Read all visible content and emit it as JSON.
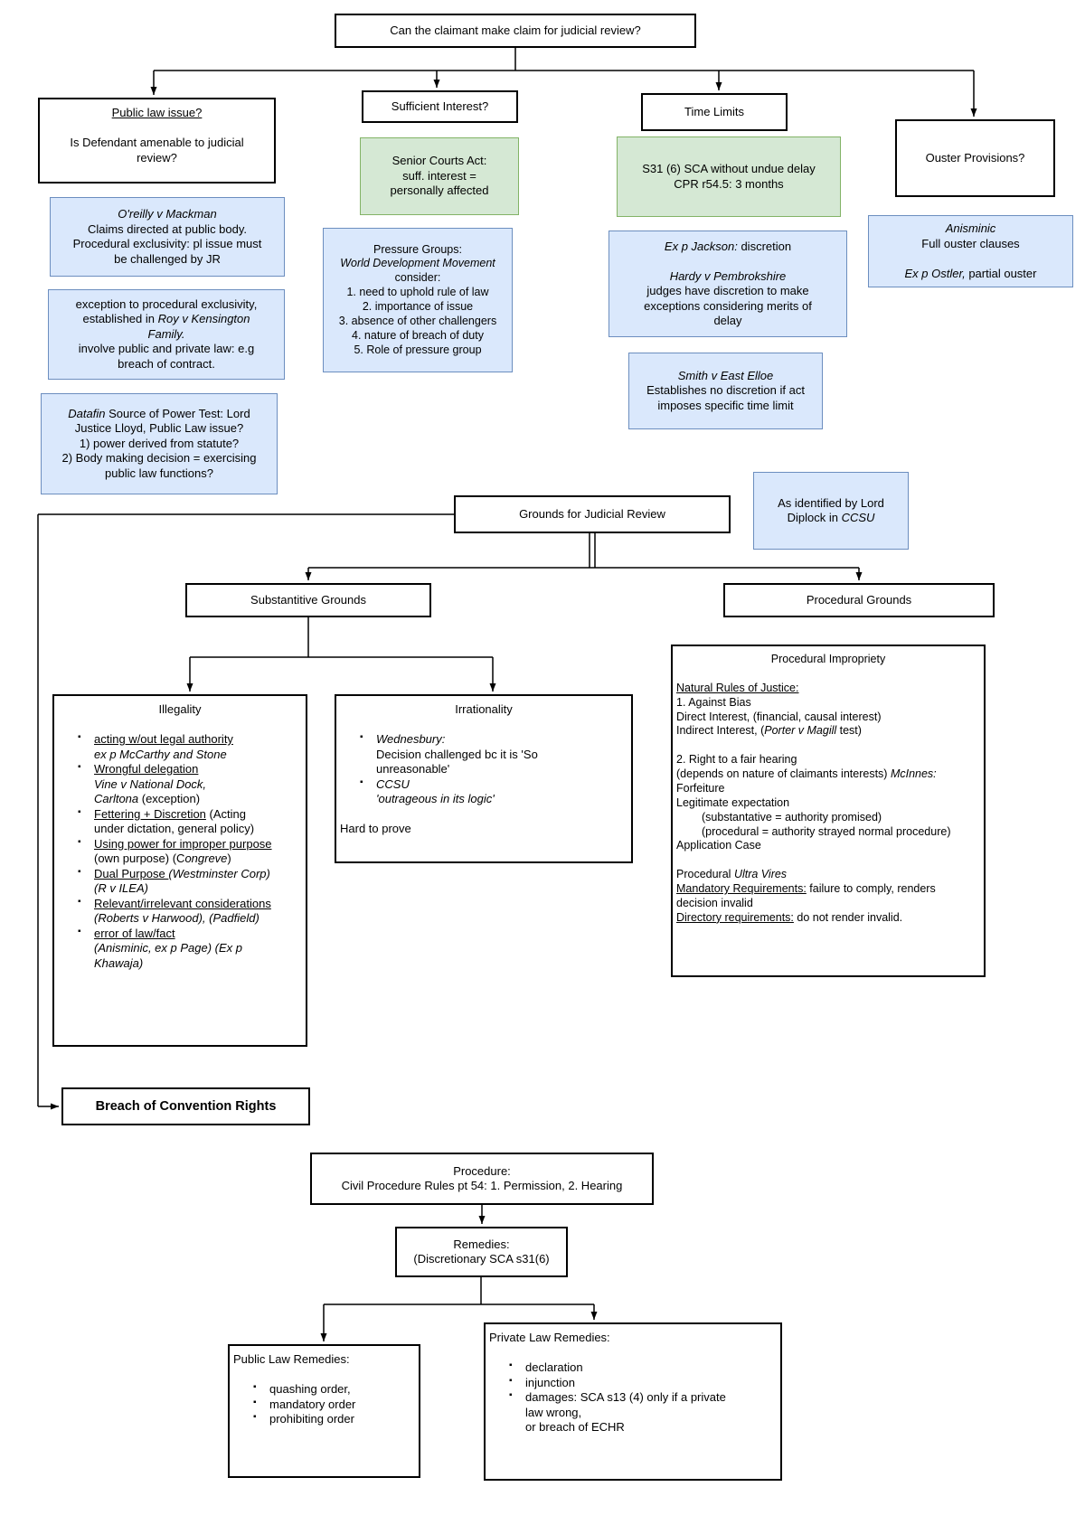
{
  "palette": {
    "blue_fill": "#dae8fc",
    "blue_border": "#6c8ebf",
    "green_fill": "#d5e8d4",
    "green_border": "#82b366",
    "line_color": "#000000"
  },
  "simple": {
    "top_question": "Can the claimant make claim for judicial review?",
    "sufficient_interest": "Sufficient Interest?",
    "time_limits": "Time Limits",
    "ouster": "Ouster Provisions?",
    "grounds": "Grounds for Judicial Review",
    "substantive": "Substantitive Grounds",
    "procedural": "Procedural Grounds",
    "breach": "Breach of Convention Rights",
    "procedure_line1": "Procedure:",
    "procedure_line2": "Civil Procedure Rules pt 54: 1. Permission, 2. Hearing",
    "remedies_line1": "Remedies:",
    "remedies_line2": "(Discretionary SCA s31(6)"
  },
  "rich": {
    "public_law": [
      {
        "c": [
          {
            "t": "Public law issue? ",
            "u": true
          }
        ]
      },
      [],
      [
        {
          "t": "Is Defendant amenable to judicial"
        }
      ],
      [
        {
          "t": "review?"
        }
      ]
    ],
    "oreilly": [
      [
        {
          "t": "O'reilly v Mackman",
          "i": true
        }
      ],
      [
        {
          "t": "Claims directed at public body."
        }
      ],
      [
        {
          "t": "Procedural exclusivity: pl issue must"
        }
      ],
      [
        {
          "t": "be challenged by JR"
        }
      ]
    ],
    "exception": [
      [
        {
          "t": "exception to procedural exclusivity,"
        }
      ],
      [
        {
          "t": "established in "
        },
        {
          "t": "Roy v Kensington",
          "i": true
        }
      ],
      [
        {
          "t": "Family.",
          "i": true
        }
      ],
      [
        {
          "t": "involve public and private law: e.g"
        }
      ],
      [
        {
          "t": "breach of contract."
        }
      ]
    ],
    "datafin": [
      [
        {
          "t": "Datafin",
          "i": true
        },
        {
          "t": " Source of Power Test: Lord"
        }
      ],
      [
        {
          "t": "Justice Lloyd, Public Law issue?"
        }
      ],
      [
        {
          "t": "1) power derived from statute?"
        }
      ],
      [
        {
          "t": "2) Body making decision = exercising"
        }
      ],
      [
        {
          "t": "public law functions?"
        }
      ]
    ],
    "senior_courts": [
      [
        {
          "t": "Senior Courts Act:"
        }
      ],
      [
        {
          "t": "suff. interest ="
        }
      ],
      [
        {
          "t": "personally affected"
        }
      ]
    ],
    "pressure_groups": [
      [
        {
          "t": "Pressure Groups:"
        }
      ],
      [
        {
          "t": "World Development Movement",
          "i": true
        }
      ],
      [
        {
          "t": "consider:"
        }
      ],
      [
        {
          "t": "1. need to uphold rule of law"
        }
      ],
      [
        {
          "t": "2. importance of issue"
        }
      ],
      [
        {
          "t": "3. absence of other challengers"
        }
      ],
      [
        {
          "t": "4. nature of breach of duty"
        }
      ],
      [
        {
          "t": "5. Role of pressure group"
        }
      ]
    ],
    "s31": [
      [
        {
          "t": "S31 (6) SCA without undue delay"
        }
      ],
      [
        {
          "t": "CPR r54.5: 3 months"
        }
      ]
    ],
    "jackson": [
      [
        {
          "t": "Ex p Jackson:",
          "i": true
        },
        {
          "t": " discretion"
        }
      ],
      [],
      [
        {
          "t": "Hardy v Pembrokshire",
          "i": true
        }
      ],
      [
        {
          "t": "judges have discretion to make"
        }
      ],
      [
        {
          "t": "exceptions considering merits of"
        }
      ],
      [
        {
          "t": "delay"
        }
      ]
    ],
    "smith": [
      [
        {
          "t": "Smith v East Elloe",
          "i": true
        }
      ],
      [
        {
          "t": "Establishes no discretion if act"
        }
      ],
      [
        {
          "t": "imposes specific time limit"
        }
      ]
    ],
    "anisminic": [
      [
        {
          "t": "Anisminic",
          "i": true
        }
      ],
      [
        {
          "t": "Full ouster clauses"
        }
      ],
      [],
      [
        {
          "t": "Ex p Ostler,",
          "i": true
        },
        {
          "t": " partial ouster"
        }
      ]
    ],
    "diplock": [
      [
        {
          "t": "As identified by Lord"
        }
      ],
      [
        {
          "t": "Diplock in "
        },
        {
          "t": "CCSU",
          "i": true
        }
      ]
    ],
    "illegality": [
      {
        "c": [
          {
            "t": "Illegality"
          }
        ],
        "cls": "title"
      },
      [],
      {
        "c": [
          {
            "t": "acting w/out legal authority ",
            "u": true
          }
        ],
        "cls": "bullet"
      },
      {
        "c": [
          {
            "t": "ex p McCarthy and Stone",
            "i": true
          }
        ],
        "cls": "cont"
      },
      {
        "c": [
          {
            "t": "Wrongful delegation ",
            "u": true
          }
        ],
        "cls": "bullet"
      },
      {
        "c": [
          {
            "t": "Vine v National Dock,",
            "i": true
          }
        ],
        "cls": "cont"
      },
      {
        "c": [
          {
            "t": "Carltona",
            "i": true
          },
          {
            "t": " (exception)"
          }
        ],
        "cls": "cont"
      },
      {
        "c": [
          {
            "t": "Fettering + Discretion",
            "u": true
          },
          {
            "t": " (Acting"
          }
        ],
        "cls": "bullet"
      },
      {
        "c": [
          {
            "t": "under dictation, general policy)"
          }
        ],
        "cls": "cont"
      },
      {
        "c": [
          {
            "t": "Using power for improper purpose",
            "u": true
          }
        ],
        "cls": "bullet"
      },
      {
        "c": [
          {
            "t": "(own purpose) (C"
          },
          {
            "t": "ongreve",
            "i": true
          },
          {
            "t": ")"
          }
        ],
        "cls": "cont"
      },
      {
        "c": [
          {
            "t": "Dual Purpose ",
            "u": true
          },
          {
            "t": "(Westminster Corp)",
            "i": true
          }
        ],
        "cls": "bullet"
      },
      {
        "c": [
          {
            "t": "(R v ILEA)",
            "i": true
          }
        ],
        "cls": "cont"
      },
      {
        "c": [
          {
            "t": "Relevant/irrelevant considerations",
            "u": true
          }
        ],
        "cls": "bullet"
      },
      {
        "c": [
          {
            "t": "(Roberts v Harwood), (Padfield)",
            "i": true
          }
        ],
        "cls": "cont"
      },
      {
        "c": [
          {
            "t": "error of law/fact",
            "u": true
          }
        ],
        "cls": "bullet"
      },
      {
        "c": [
          {
            "t": "(Anisminic, ex p Page) (Ex p",
            "i": true
          }
        ],
        "cls": "cont"
      },
      {
        "c": [
          {
            "t": "Khawaja)",
            "i": true
          }
        ],
        "cls": "cont"
      }
    ],
    "irrationality": [
      {
        "c": [
          {
            "t": "Irrationality"
          }
        ],
        "cls": "title"
      },
      [],
      {
        "c": [
          {
            "t": "Wednesbury:",
            "i": true
          }
        ],
        "cls": "bullet"
      },
      {
        "c": [
          {
            "t": "Decision challenged bc it is 'So"
          }
        ],
        "cls": "cont"
      },
      {
        "c": [
          {
            "t": "unreasonable'"
          }
        ],
        "cls": "cont"
      },
      {
        "c": [
          {
            "t": "CCSU",
            "i": true
          }
        ],
        "cls": "bullet"
      },
      {
        "c": [
          {
            "t": "'outrageous in its logic'",
            "i": true
          }
        ],
        "cls": "cont"
      },
      [],
      {
        "c": [
          {
            "t": "Hard to prove"
          }
        ],
        "cls": "flush"
      }
    ],
    "impropriety": [
      {
        "c": [
          {
            "t": "Procedural Impropriety"
          }
        ],
        "cls": "title"
      },
      [],
      {
        "c": [
          {
            "t": "Natural Rules of Justice: ",
            "u": true
          }
        ],
        "cls": "flush"
      },
      {
        "c": [
          {
            "t": "1. Against Bias"
          }
        ],
        "cls": "flush"
      },
      {
        "c": [
          {
            "t": "Direct Interest, (financial, causal interest)"
          }
        ],
        "cls": "flush"
      },
      {
        "c": [
          {
            "t": "Indirect Interest, ("
          },
          {
            "t": "Porter v Magill ",
            "i": true
          },
          {
            "t": "test)"
          }
        ],
        "cls": "flush"
      },
      [],
      {
        "c": [
          {
            "t": "2. Right to a fair hearing"
          }
        ],
        "cls": "flush"
      },
      {
        "c": [
          {
            "t": "(depends on nature of claimants interests) "
          },
          {
            "t": "McInnes:",
            "i": true
          }
        ],
        "cls": "flush"
      },
      {
        "c": [
          {
            "t": "Forfeiture"
          }
        ],
        "cls": "flush"
      },
      {
        "c": [
          {
            "t": "Legitimate expectation"
          }
        ],
        "cls": "flush"
      },
      {
        "c": [
          {
            "t": "(substantative = authority promised)"
          }
        ],
        "cls": "ind"
      },
      {
        "c": [
          {
            "t": "(procedural = authority strayed normal procedure)"
          }
        ],
        "cls": "ind"
      },
      {
        "c": [
          {
            "t": "Application Case"
          }
        ],
        "cls": "flush"
      },
      [],
      {
        "c": [
          {
            "t": "Procedural "
          },
          {
            "t": "Ultra Vires",
            "i": true
          }
        ],
        "cls": "flush"
      },
      {
        "c": [
          {
            "t": "Mandatory Requirements:",
            "u": true
          },
          {
            "t": " failure to comply, renders"
          }
        ],
        "cls": "flush"
      },
      {
        "c": [
          {
            "t": "decision invalid"
          }
        ],
        "cls": "flush"
      },
      {
        "c": [
          {
            "t": "Directory requirements:",
            "u": true
          },
          {
            "t": " do not render invalid."
          }
        ],
        "cls": "flush"
      }
    ],
    "public_remedies": [
      {
        "c": [
          {
            "t": "Public Law Remedies:"
          }
        ],
        "cls": "flush"
      },
      [],
      {
        "c": [
          {
            "t": "quashing order,"
          }
        ],
        "cls": "bullet"
      },
      {
        "c": [
          {
            "t": "mandatory order"
          }
        ],
        "cls": "bullet"
      },
      {
        "c": [
          {
            "t": "prohibiting order"
          }
        ],
        "cls": "bullet"
      }
    ],
    "private_remedies": [
      {
        "c": [
          {
            "t": "Private Law Remedies:"
          }
        ],
        "cls": "flush"
      },
      [],
      {
        "c": [
          {
            "t": "declaration"
          }
        ],
        "cls": "bullet"
      },
      {
        "c": [
          {
            "t": "injunction"
          }
        ],
        "cls": "bullet"
      },
      {
        "c": [
          {
            "t": "damages: SCA s13 (4) only if a private"
          }
        ],
        "cls": "bullet"
      },
      {
        "c": [
          {
            "t": "law wrong,"
          }
        ],
        "cls": "cont"
      },
      {
        "c": [
          {
            "t": "or breach of ECHR"
          }
        ],
        "cls": "cont"
      }
    ]
  }
}
